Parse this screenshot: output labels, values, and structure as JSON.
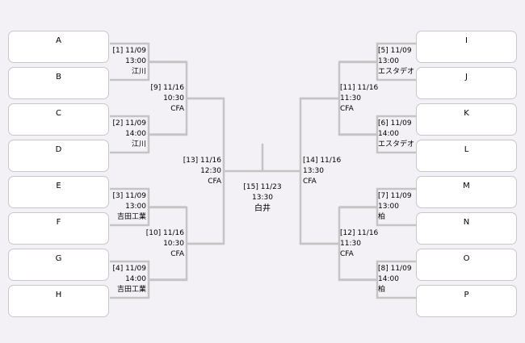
{
  "teams": [
    "A",
    "B",
    "C",
    "D",
    "E",
    "F",
    "G",
    "H",
    "I",
    "J",
    "K",
    "L",
    "M",
    "N",
    "O",
    "P"
  ],
  "matches": {
    "m1": {
      "label": "[1] 11/09",
      "time": "13:00",
      "venue": "江川"
    },
    "m2": {
      "label": "[2] 11/09",
      "time": "14:00",
      "venue": "江川"
    },
    "m3": {
      "label": "[3] 11/09",
      "time": "13:00",
      "venue": "吉田工業"
    },
    "m4": {
      "label": "[4] 11/09",
      "time": "14:00",
      "venue": "吉田工業"
    },
    "m5": {
      "label": "[5] 11/09",
      "time": "13:00",
      "venue": "エスタデオ"
    },
    "m6": {
      "label": "[6] 11/09",
      "time": "14:00",
      "venue": "エスタデオ"
    },
    "m7": {
      "label": "[7] 11/09",
      "time": "13:00",
      "venue": "柏"
    },
    "m8": {
      "label": "[8] 11/09",
      "time": "14:00",
      "venue": "柏"
    },
    "m9": {
      "label": "[9] 11/16",
      "time": "10:30",
      "venue": "CFA"
    },
    "m10": {
      "label": "[10] 11/16",
      "time": "10:30",
      "venue": "CFA"
    },
    "m11": {
      "label": "[11] 11/16",
      "time": "11:30",
      "venue": "CFA"
    },
    "m12": {
      "label": "[12] 11/16",
      "time": "11:30",
      "venue": "CFA"
    },
    "m13": {
      "label": "[13] 11/16",
      "time": "12:30",
      "venue": "CFA"
    },
    "m14": {
      "label": "[14] 11/16",
      "time": "13:30",
      "venue": "CFA"
    },
    "m15": {
      "label": "[15] 11/23",
      "time": "13:30",
      "venue": "白井"
    }
  },
  "colors": {
    "line": "#c4c4c4",
    "box_border": "#c8c8c8",
    "background": "#f3f1f5"
  }
}
